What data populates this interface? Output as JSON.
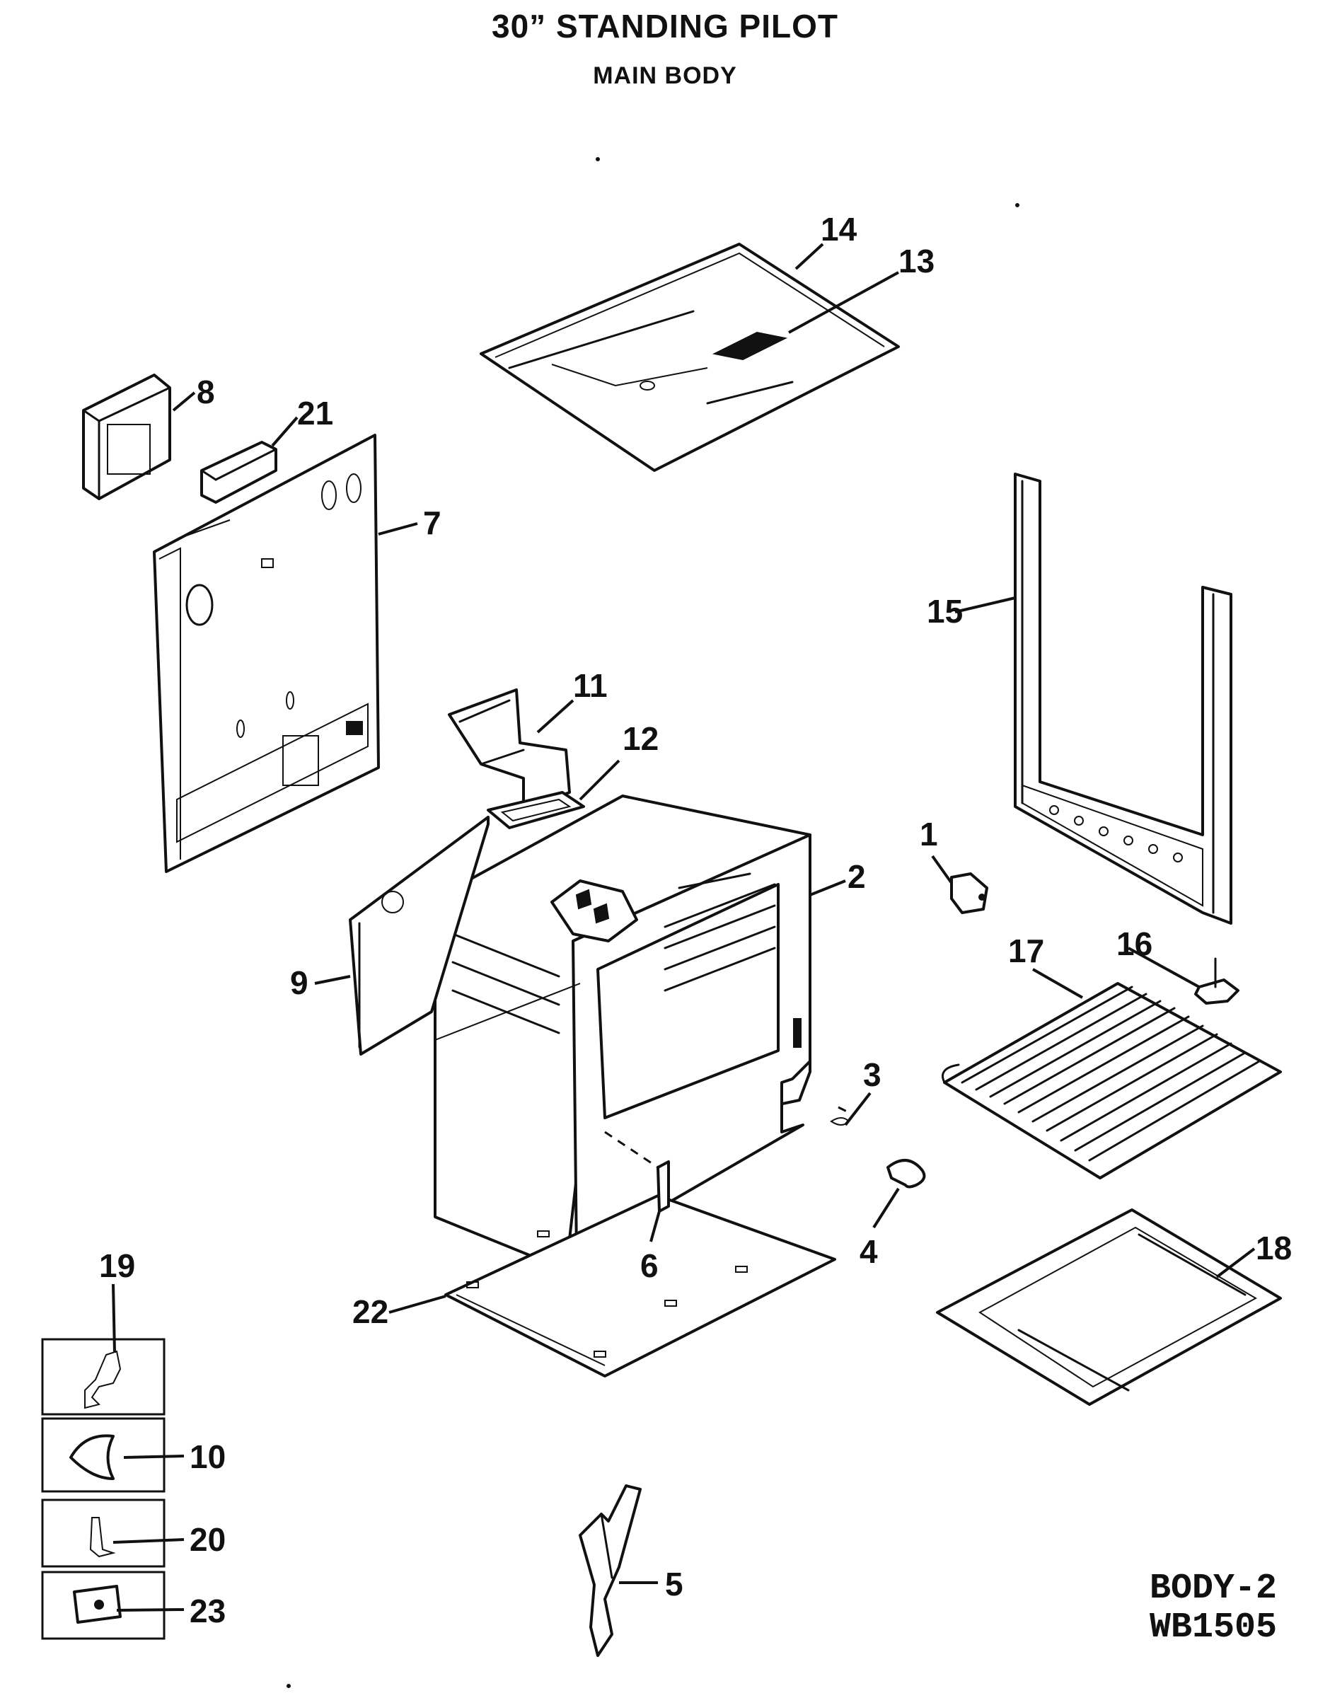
{
  "header": {
    "title": "30” STANDING PILOT",
    "subtitle": "MAIN BODY"
  },
  "callouts": [
    "1",
    "2",
    "3",
    "4",
    "5",
    "6",
    "7",
    "8",
    "9",
    "10",
    "11",
    "12",
    "13",
    "14",
    "15",
    "16",
    "17",
    "18",
    "19",
    "20",
    "21",
    "22",
    "23"
  ],
  "drawing_code": {
    "line1": "BODY-2",
    "line2": "WB1505"
  }
}
